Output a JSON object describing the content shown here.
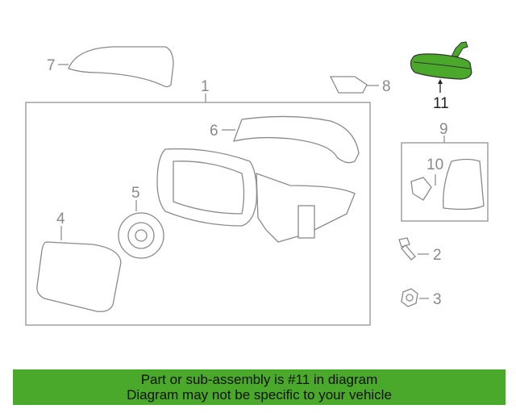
{
  "diagram": {
    "highlighted_part": "11",
    "highlight_color": "#4aa82a",
    "callouts": [
      "1",
      "2",
      "3",
      "4",
      "5",
      "6",
      "7",
      "8",
      "9",
      "10",
      "11"
    ]
  },
  "banner": {
    "line1": "Part or sub-assembly is #11 in diagram",
    "line2": "Diagram may not be specific to your vehicle",
    "color": "#4aa82a"
  }
}
